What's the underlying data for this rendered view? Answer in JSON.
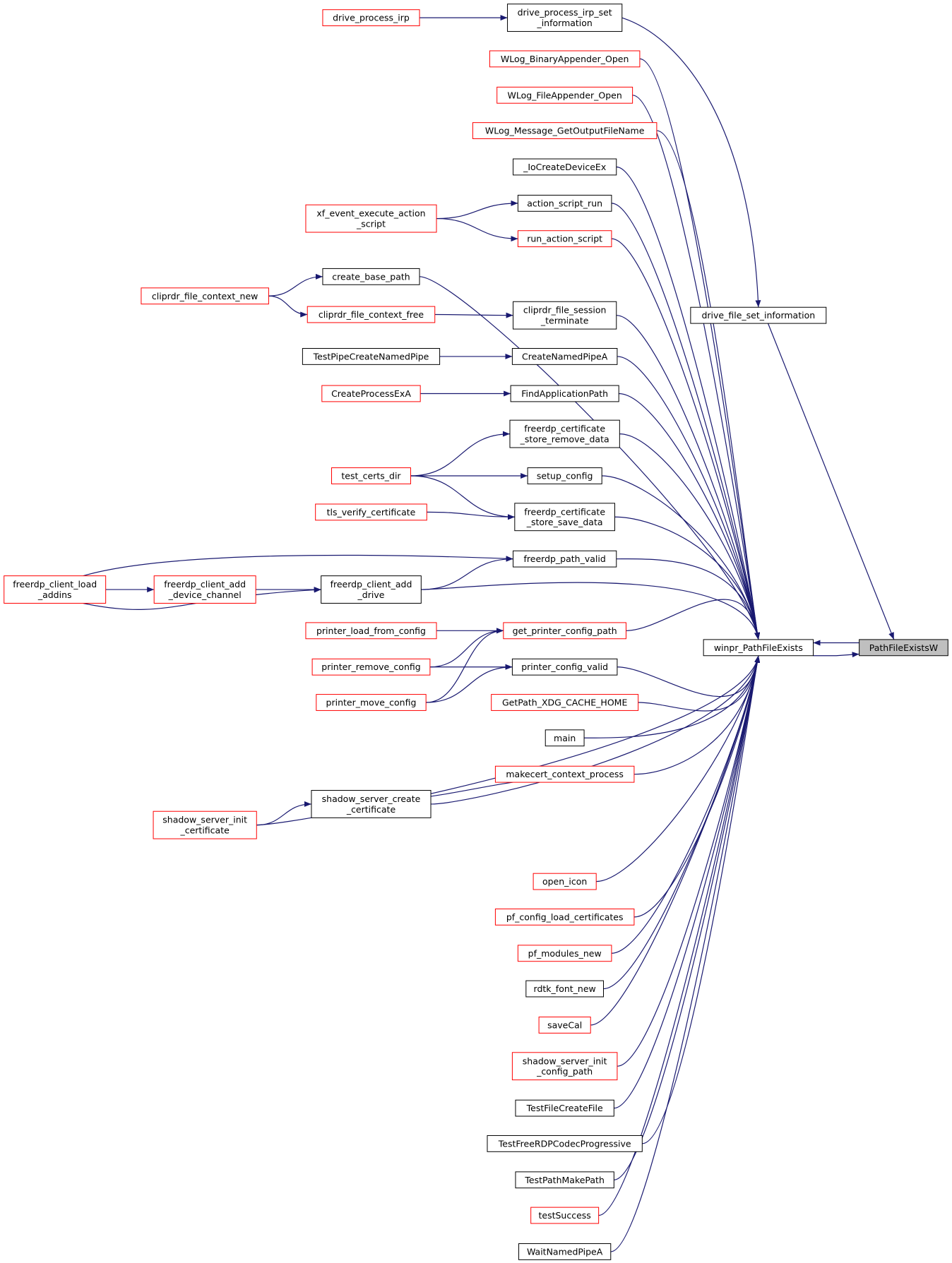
{
  "colors": {
    "edge": "#191970",
    "caller_border_normal": "#000000",
    "caller_border_truncated": "#ff0000",
    "highlight_fill": "#bfbfbf"
  },
  "graph": {
    "nodes": [
      {
        "id": "PathFileExistsW",
        "lines": [
          "PathFileExistsW"
        ],
        "style": "highlight"
      },
      {
        "id": "winpr_PathFileExists",
        "lines": [
          "winpr_PathFileExists"
        ],
        "style": "normal"
      },
      {
        "id": "drive_file_set_information",
        "lines": [
          "drive_file_set_information"
        ],
        "style": "normal"
      },
      {
        "id": "drive_process_irp_set_information",
        "lines": [
          "drive_process_irp_set",
          "_information"
        ],
        "style": "normal"
      },
      {
        "id": "drive_process_irp",
        "lines": [
          "drive_process_irp"
        ],
        "style": "truncated"
      },
      {
        "id": "WLog_BinaryAppender_Open",
        "lines": [
          "WLog_BinaryAppender_Open"
        ],
        "style": "truncated"
      },
      {
        "id": "WLog_FileAppender_Open",
        "lines": [
          "WLog_FileAppender_Open"
        ],
        "style": "truncated"
      },
      {
        "id": "WLog_Message_GetOutputFileName",
        "lines": [
          "WLog_Message_GetOutputFileName"
        ],
        "style": "truncated"
      },
      {
        "id": "_IoCreateDeviceEx",
        "lines": [
          "_IoCreateDeviceEx"
        ],
        "style": "normal"
      },
      {
        "id": "action_script_run",
        "lines": [
          "action_script_run"
        ],
        "style": "normal"
      },
      {
        "id": "xf_event_execute_action_script",
        "lines": [
          "xf_event_execute_action",
          "_script"
        ],
        "style": "truncated"
      },
      {
        "id": "run_action_script",
        "lines": [
          "run_action_script"
        ],
        "style": "truncated"
      },
      {
        "id": "create_base_path",
        "lines": [
          "create_base_path"
        ],
        "style": "normal"
      },
      {
        "id": "cliprdr_file_context_new",
        "lines": [
          "cliprdr_file_context_new"
        ],
        "style": "truncated"
      },
      {
        "id": "cliprdr_file_context_free",
        "lines": [
          "cliprdr_file_context_free"
        ],
        "style": "truncated"
      },
      {
        "id": "cliprdr_file_session_terminate",
        "lines": [
          "cliprdr_file_session",
          "_terminate"
        ],
        "style": "normal"
      },
      {
        "id": "TestPipeCreateNamedPipe",
        "lines": [
          "TestPipeCreateNamedPipe"
        ],
        "style": "normal"
      },
      {
        "id": "CreateNamedPipeA",
        "lines": [
          "CreateNamedPipeA"
        ],
        "style": "normal"
      },
      {
        "id": "CreateProcessExA",
        "lines": [
          "CreateProcessExA"
        ],
        "style": "truncated"
      },
      {
        "id": "FindApplicationPath",
        "lines": [
          "FindApplicationPath"
        ],
        "style": "normal"
      },
      {
        "id": "freerdp_certificate_store_remove_data",
        "lines": [
          "freerdp_certificate",
          "_store_remove_data"
        ],
        "style": "normal"
      },
      {
        "id": "test_certs_dir",
        "lines": [
          "test_certs_dir"
        ],
        "style": "truncated"
      },
      {
        "id": "setup_config",
        "lines": [
          "setup_config"
        ],
        "style": "normal"
      },
      {
        "id": "tls_verify_certificate",
        "lines": [
          "tls_verify_certificate"
        ],
        "style": "truncated"
      },
      {
        "id": "freerdp_certificate_store_save_data",
        "lines": [
          "freerdp_certificate",
          "_store_save_data"
        ],
        "style": "normal"
      },
      {
        "id": "freerdp_path_valid",
        "lines": [
          "freerdp_path_valid"
        ],
        "style": "normal"
      },
      {
        "id": "freerdp_client_load_addins",
        "lines": [
          "freerdp_client_load",
          "_addins"
        ],
        "style": "truncated"
      },
      {
        "id": "freerdp_client_add_device_channel",
        "lines": [
          "freerdp_client_add",
          "_device_channel"
        ],
        "style": "truncated"
      },
      {
        "id": "freerdp_client_add_drive",
        "lines": [
          "freerdp_client_add",
          "_drive"
        ],
        "style": "normal"
      },
      {
        "id": "printer_load_from_config",
        "lines": [
          "printer_load_from_config"
        ],
        "style": "truncated"
      },
      {
        "id": "get_printer_config_path",
        "lines": [
          "get_printer_config_path"
        ],
        "style": "truncated"
      },
      {
        "id": "printer_remove_config",
        "lines": [
          "printer_remove_config"
        ],
        "style": "truncated"
      },
      {
        "id": "printer_config_valid",
        "lines": [
          "printer_config_valid"
        ],
        "style": "normal"
      },
      {
        "id": "printer_move_config",
        "lines": [
          "printer_move_config"
        ],
        "style": "truncated"
      },
      {
        "id": "GetPath_XDG_CACHE_HOME",
        "lines": [
          "GetPath_XDG_CACHE_HOME"
        ],
        "style": "truncated"
      },
      {
        "id": "main",
        "lines": [
          "main"
        ],
        "style": "normal"
      },
      {
        "id": "makecert_context_process",
        "lines": [
          "makecert_context_process"
        ],
        "style": "truncated"
      },
      {
        "id": "shadow_server_create_certificate",
        "lines": [
          "shadow_server_create",
          "_certificate"
        ],
        "style": "normal"
      },
      {
        "id": "shadow_server_init_certificate",
        "lines": [
          "shadow_server_init",
          "_certificate"
        ],
        "style": "truncated"
      },
      {
        "id": "open_icon",
        "lines": [
          "open_icon"
        ],
        "style": "truncated"
      },
      {
        "id": "pf_config_load_certificates",
        "lines": [
          "pf_config_load_certificates"
        ],
        "style": "truncated"
      },
      {
        "id": "pf_modules_new",
        "lines": [
          "pf_modules_new"
        ],
        "style": "truncated"
      },
      {
        "id": "rdtk_font_new",
        "lines": [
          "rdtk_font_new"
        ],
        "style": "normal"
      },
      {
        "id": "saveCal",
        "lines": [
          "saveCal"
        ],
        "style": "truncated"
      },
      {
        "id": "shadow_server_init_config_path",
        "lines": [
          "shadow_server_init",
          "_config_path"
        ],
        "style": "truncated"
      },
      {
        "id": "TestFileCreateFile",
        "lines": [
          "TestFileCreateFile"
        ],
        "style": "normal"
      },
      {
        "id": "TestFreeRDPCodecProgressive",
        "lines": [
          "TestFreeRDPCodecProgressive"
        ],
        "style": "normal"
      },
      {
        "id": "TestPathMakePath",
        "lines": [
          "TestPathMakePath"
        ],
        "style": "normal"
      },
      {
        "id": "testSuccess",
        "lines": [
          "testSuccess"
        ],
        "style": "truncated"
      },
      {
        "id": "WaitNamedPipeA",
        "lines": [
          "WaitNamedPipeA"
        ],
        "style": "normal"
      }
    ]
  }
}
